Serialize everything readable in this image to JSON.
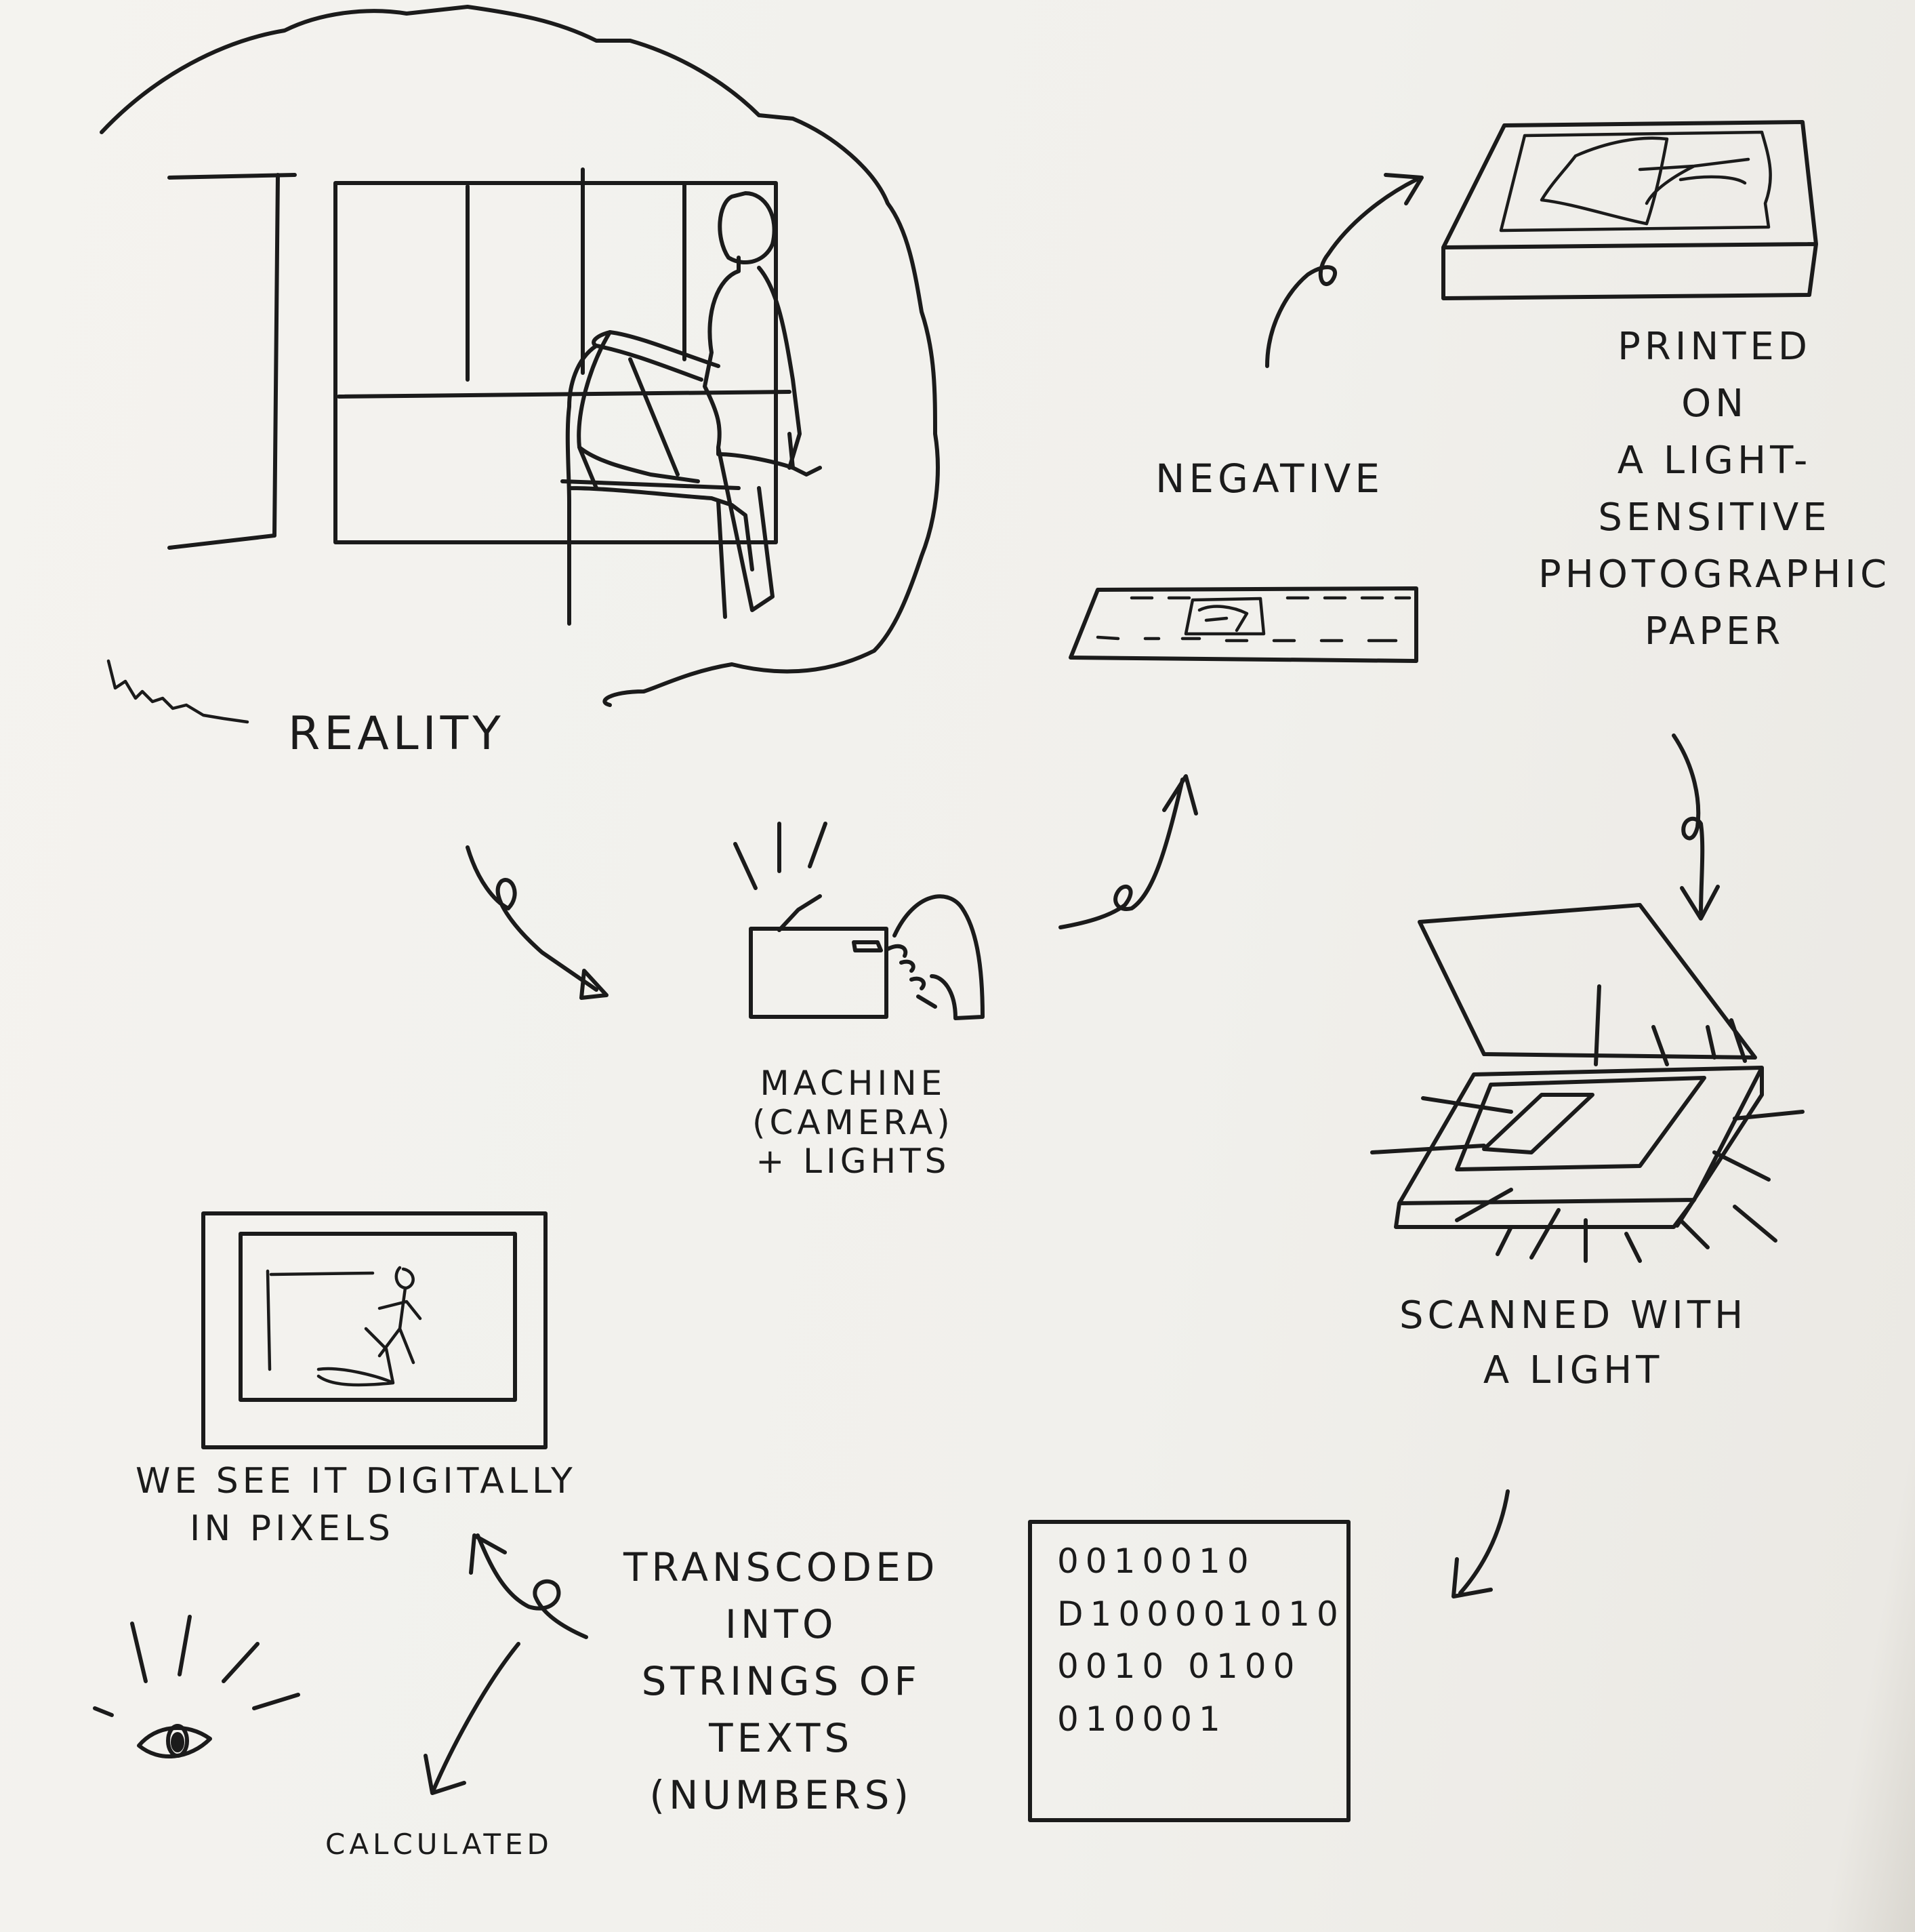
{
  "labels": {
    "reality": "REALITY",
    "camera": [
      "MACHINE",
      "(CAMERA)",
      "+ LIGHTS"
    ],
    "negative": "NEGATIVE",
    "printed": [
      "PRINTED",
      "ON",
      "A LIGHT-",
      "SENSITIVE",
      "PHOTOGRAPHIC",
      "PAPER"
    ],
    "scanned": [
      "SCANNED WITH",
      "A LIGHT"
    ],
    "binary": [
      "0010010",
      "D100001010",
      "0010 0100",
      "010001"
    ],
    "transcoded": [
      "TRANSCODED",
      "INTO",
      "STRINGS OF",
      "TEXTS",
      "(NUMBERS)"
    ],
    "digital": [
      "WE SEE IT DIGITALLY",
      "IN PIXELS"
    ],
    "calculated": "CALCULATED"
  },
  "ink_color": "#1b1b1b",
  "paper_color": "#f3f2ee"
}
